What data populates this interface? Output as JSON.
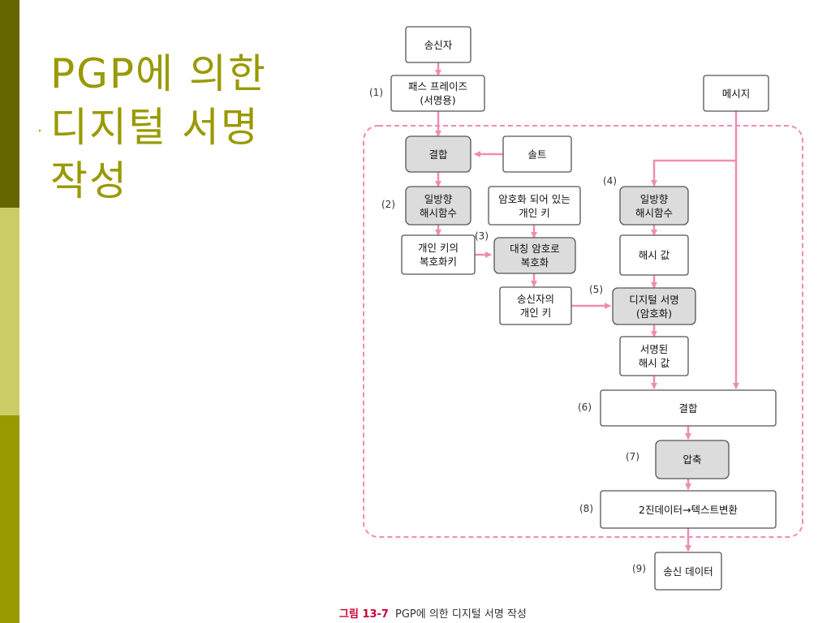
{
  "slide": {
    "title_lines": [
      "PGP에 의한",
      "디지털 서명",
      "작성"
    ]
  },
  "diagram": {
    "nodes": {
      "sender": "송신자",
      "passphrase": "패스 프레이즈\n(서명용)",
      "message": "메시지",
      "combine1": "결합",
      "salt": "솔트",
      "hash1": "일방향\n해시함수",
      "enc_private_key": "암호화 되어 있는\n개인 키",
      "hash2": "일방향\n해시함수",
      "decrypt_key": "개인 키의\n복호화키",
      "sym_decrypt": "대칭 암호로\n복호화",
      "hash_value": "해시 값",
      "sender_private_key": "송신자의\n개인 키",
      "digital_sig": "디지털 서명\n(암호화)",
      "signed_hash": "서명된\n해시 값",
      "combine2": "결합",
      "compress": "압축",
      "convert": "2진데이터→텍스트변환",
      "sent_data": "송신 데이터"
    },
    "steps": {
      "s1": "(1)",
      "s2": "(2)",
      "s3": "(3)",
      "s4": "(4)",
      "s5": "(5)",
      "s6": "(6)",
      "s7": "(7)",
      "s8": "(8)",
      "s9": "(9)"
    },
    "colors": {
      "arrow": "#f08cb4",
      "dashed_region": "#f08cb4",
      "shaded_box": "#dcdcdc",
      "box_border": "#555555"
    }
  },
  "caption": {
    "figure_label": "그림 13-7",
    "text": "PGP에 의한 디지털 서명 작성"
  }
}
